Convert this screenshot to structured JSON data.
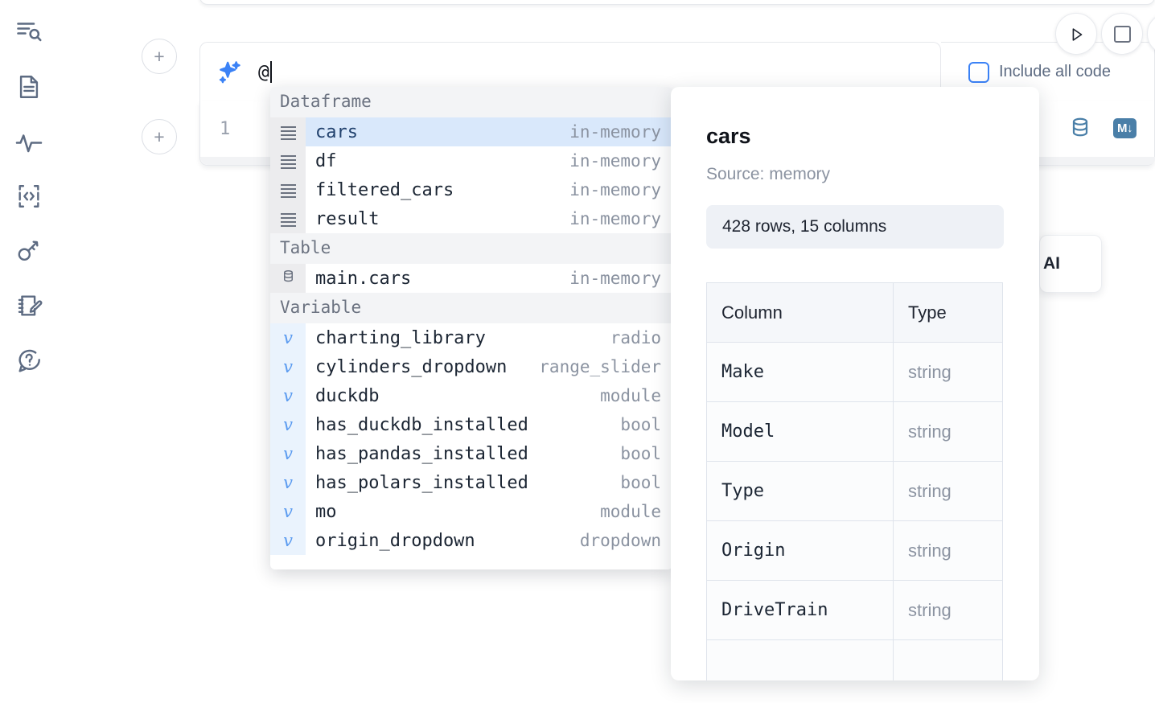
{
  "sidebar": {
    "items": [
      {
        "icon": "outline-search-icon",
        "label": "Outline"
      },
      {
        "icon": "document-icon",
        "label": "Notebook"
      },
      {
        "icon": "activity-icon",
        "label": "Dependencies"
      },
      {
        "icon": "code-snippet-icon",
        "label": "Snippets"
      },
      {
        "icon": "key-icon",
        "label": "Secrets"
      },
      {
        "icon": "notebook-edit-icon",
        "label": "Scratchpad"
      },
      {
        "icon": "help-chat-icon",
        "label": "Help"
      }
    ]
  },
  "toolbar": {
    "run_label": "Run",
    "stop_label": "Stop",
    "add_cell_label": "+"
  },
  "ai_prompt": {
    "value": "@",
    "sparkle_icon": "sparkle-icon",
    "include_all_code_label": "Include all code",
    "include_all_code_checked": false
  },
  "editor": {
    "line_number": "1",
    "database_icon": "database-icon",
    "markdown_icon": "markdown-icon",
    "markdown_label": "M"
  },
  "floating_card": {
    "text": "AI"
  },
  "autocomplete": {
    "groups": [
      {
        "label": "Dataframe",
        "icon": "dataframe-icon",
        "items": [
          {
            "name": "cars",
            "meta": "in-memory",
            "selected": true
          },
          {
            "name": "df",
            "meta": "in-memory",
            "selected": false
          },
          {
            "name": "filtered_cars",
            "meta": "in-memory",
            "selected": false
          },
          {
            "name": "result",
            "meta": "in-memory",
            "selected": false
          }
        ]
      },
      {
        "label": "Table",
        "icon": "table-icon",
        "items": [
          {
            "name": "main.cars",
            "meta": "in-memory",
            "selected": false
          }
        ]
      },
      {
        "label": "Variable",
        "icon": "variable-icon",
        "items": [
          {
            "name": "charting_library",
            "meta": "radio",
            "selected": false
          },
          {
            "name": "cylinders_dropdown",
            "meta": "range_slider",
            "selected": false
          },
          {
            "name": "duckdb",
            "meta": "module",
            "selected": false
          },
          {
            "name": "has_duckdb_installed",
            "meta": "bool",
            "selected": false
          },
          {
            "name": "has_pandas_installed",
            "meta": "bool",
            "selected": false
          },
          {
            "name": "has_polars_installed",
            "meta": "bool",
            "selected": false
          },
          {
            "name": "mo",
            "meta": "module",
            "selected": false
          },
          {
            "name": "origin_dropdown",
            "meta": "dropdown",
            "selected": false
          }
        ]
      }
    ]
  },
  "doc_panel": {
    "title": "cars",
    "source": "Source: memory",
    "shape": "428 rows, 15 columns",
    "columns_header": "Column",
    "type_header": "Type",
    "rows": [
      {
        "column": "Make",
        "type": "string"
      },
      {
        "column": "Model",
        "type": "string"
      },
      {
        "column": "Type",
        "type": "string"
      },
      {
        "column": "Origin",
        "type": "string"
      },
      {
        "column": "DriveTrain",
        "type": "string"
      }
    ]
  },
  "colors": {
    "accent": "#3b82f6",
    "selection": "#d9e8fb",
    "icon": "#4a7fa8",
    "muted": "#8b93a1"
  }
}
